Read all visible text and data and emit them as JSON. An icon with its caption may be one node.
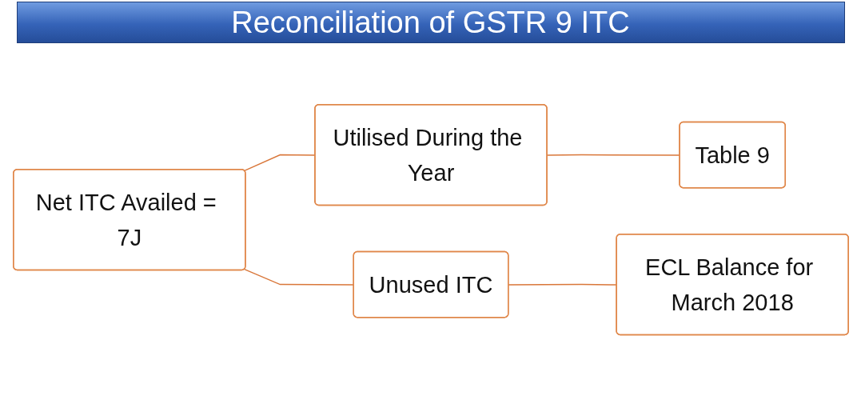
{
  "diagram": {
    "title": "Reconciliation of GSTR 9 ITC",
    "nodes": [
      {
        "text": [
          "Net ITC Availed = 7J"
        ]
      },
      {
        "text": [
          "Utilised During the Year"
        ]
      },
      {
        "text": [
          "Table 9"
        ]
      },
      {
        "text": [
          "Unused ITC"
        ]
      },
      {
        "text": [
          "ECL Balance for March 2018"
        ]
      }
    ],
    "edges": [
      {
        "from": 0,
        "to": 1,
        "arrow": "none"
      },
      {
        "from": 1,
        "to": 2,
        "arrow": "none"
      },
      {
        "from": 0,
        "to": 3,
        "arrow": "none"
      },
      {
        "from": 3,
        "to": 4,
        "arrow": "none"
      }
    ]
  }
}
